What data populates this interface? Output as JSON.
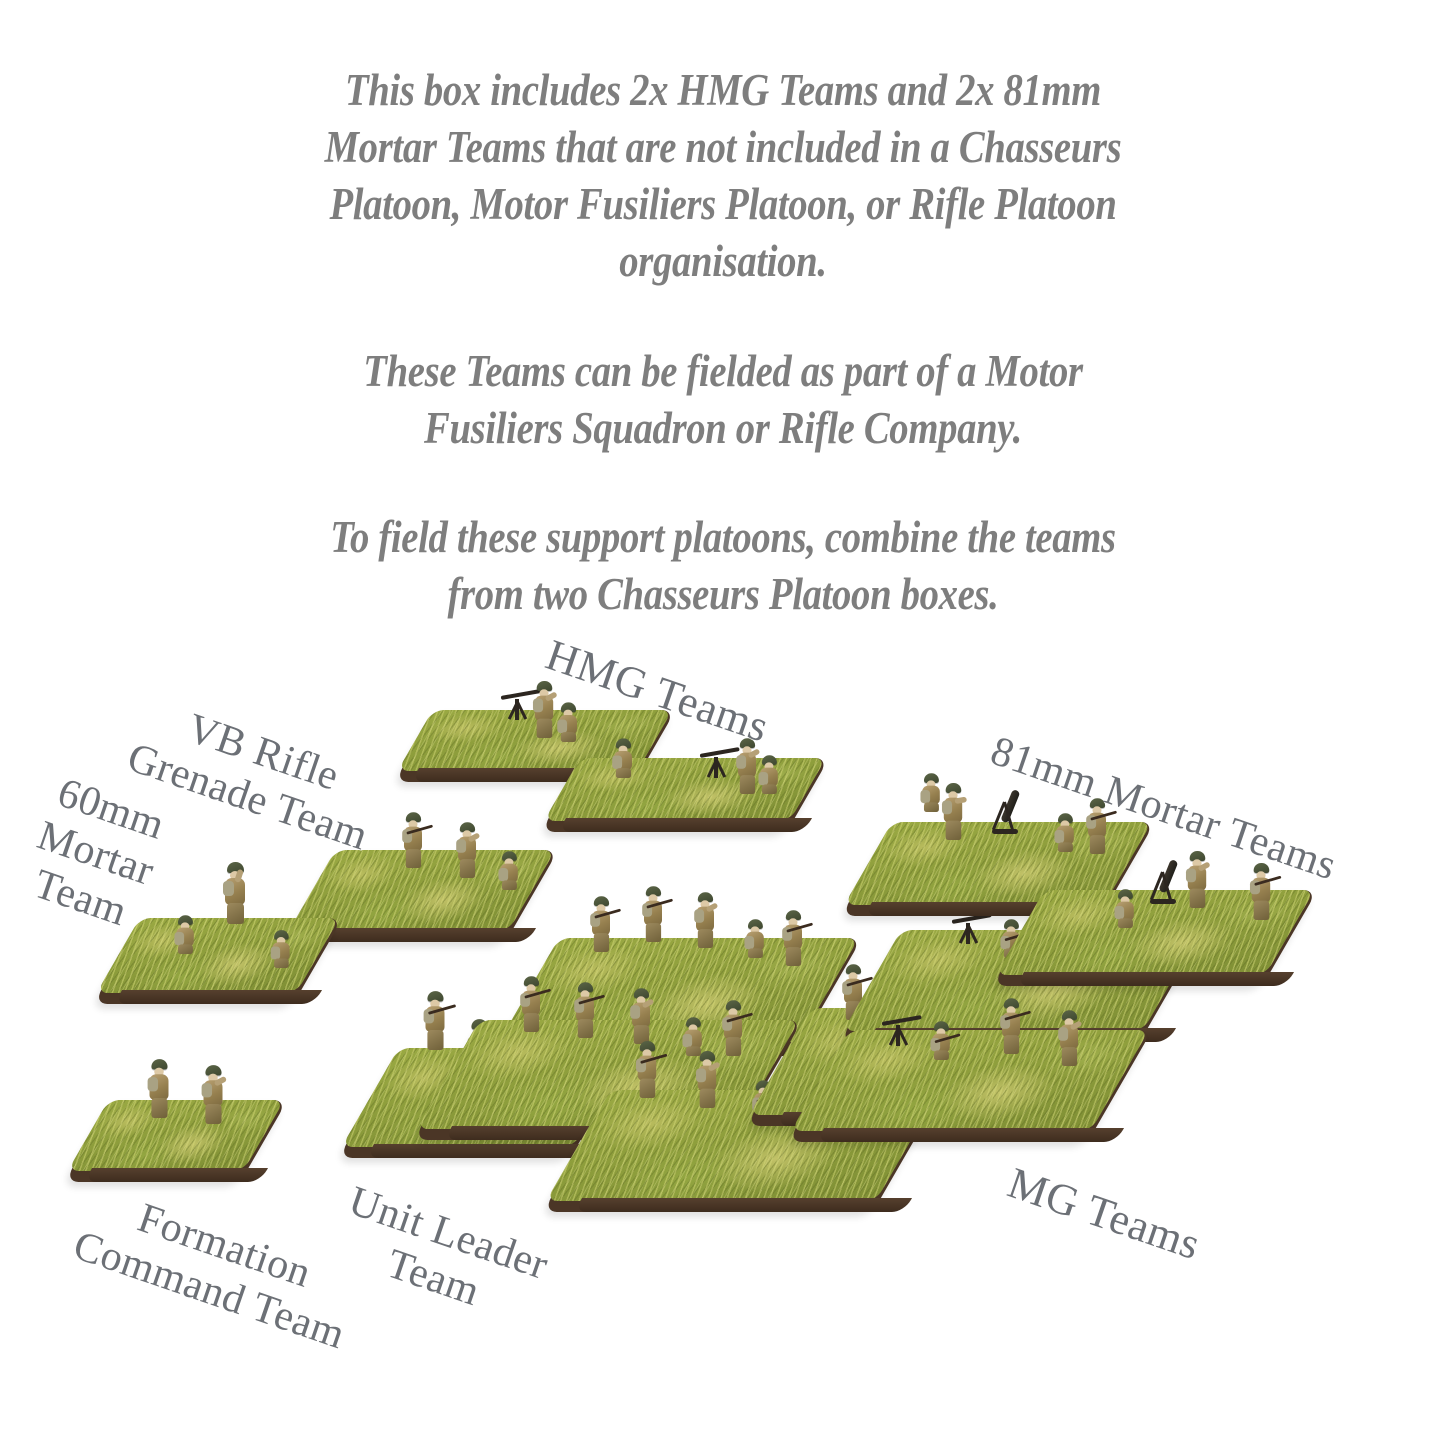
{
  "description": {
    "paragraphs": [
      "This box includes 2x HMG Teams and 2x 81mm Mortar Teams that are not included in a Chasseurs Platoon, Motor Fusiliers Platoon, or Rifle Platoon organisation.",
      "These Teams can be fielded as part of a Motor Fusiliers Squadron or Rifle Company.",
      "To field these support platoons, combine the teams from two Chasseurs Platoon boxes."
    ],
    "text_color": "#7e7e7e"
  },
  "diorama": {
    "label_color": "#6c7076",
    "base_edge_color": "#4b3626",
    "turf_color": "#8e9e3c",
    "uniform_color": "#96804f",
    "helmet_color": "#4a5339",
    "callouts": [
      {
        "id": "hmg-teams",
        "text": "HMG Teams",
        "count": 2
      },
      {
        "id": "vb-rifle-grenade-team",
        "text": "VB Rifle\nGrenade Team",
        "count": 1
      },
      {
        "id": "60mm-mortar-team",
        "text": "60mm\nMortar\nTeam",
        "count": 1
      },
      {
        "id": "81mm-mortar-teams",
        "text": "81mm Mortar Teams",
        "count": 2
      },
      {
        "id": "formation-command-team",
        "text": "Formation\nCommand Team",
        "count": 1
      },
      {
        "id": "unit-leader-team",
        "text": "Unit Leader\nTeam",
        "count": 1
      },
      {
        "id": "mg-teams",
        "text": "MG Teams",
        "count": 2
      }
    ]
  }
}
